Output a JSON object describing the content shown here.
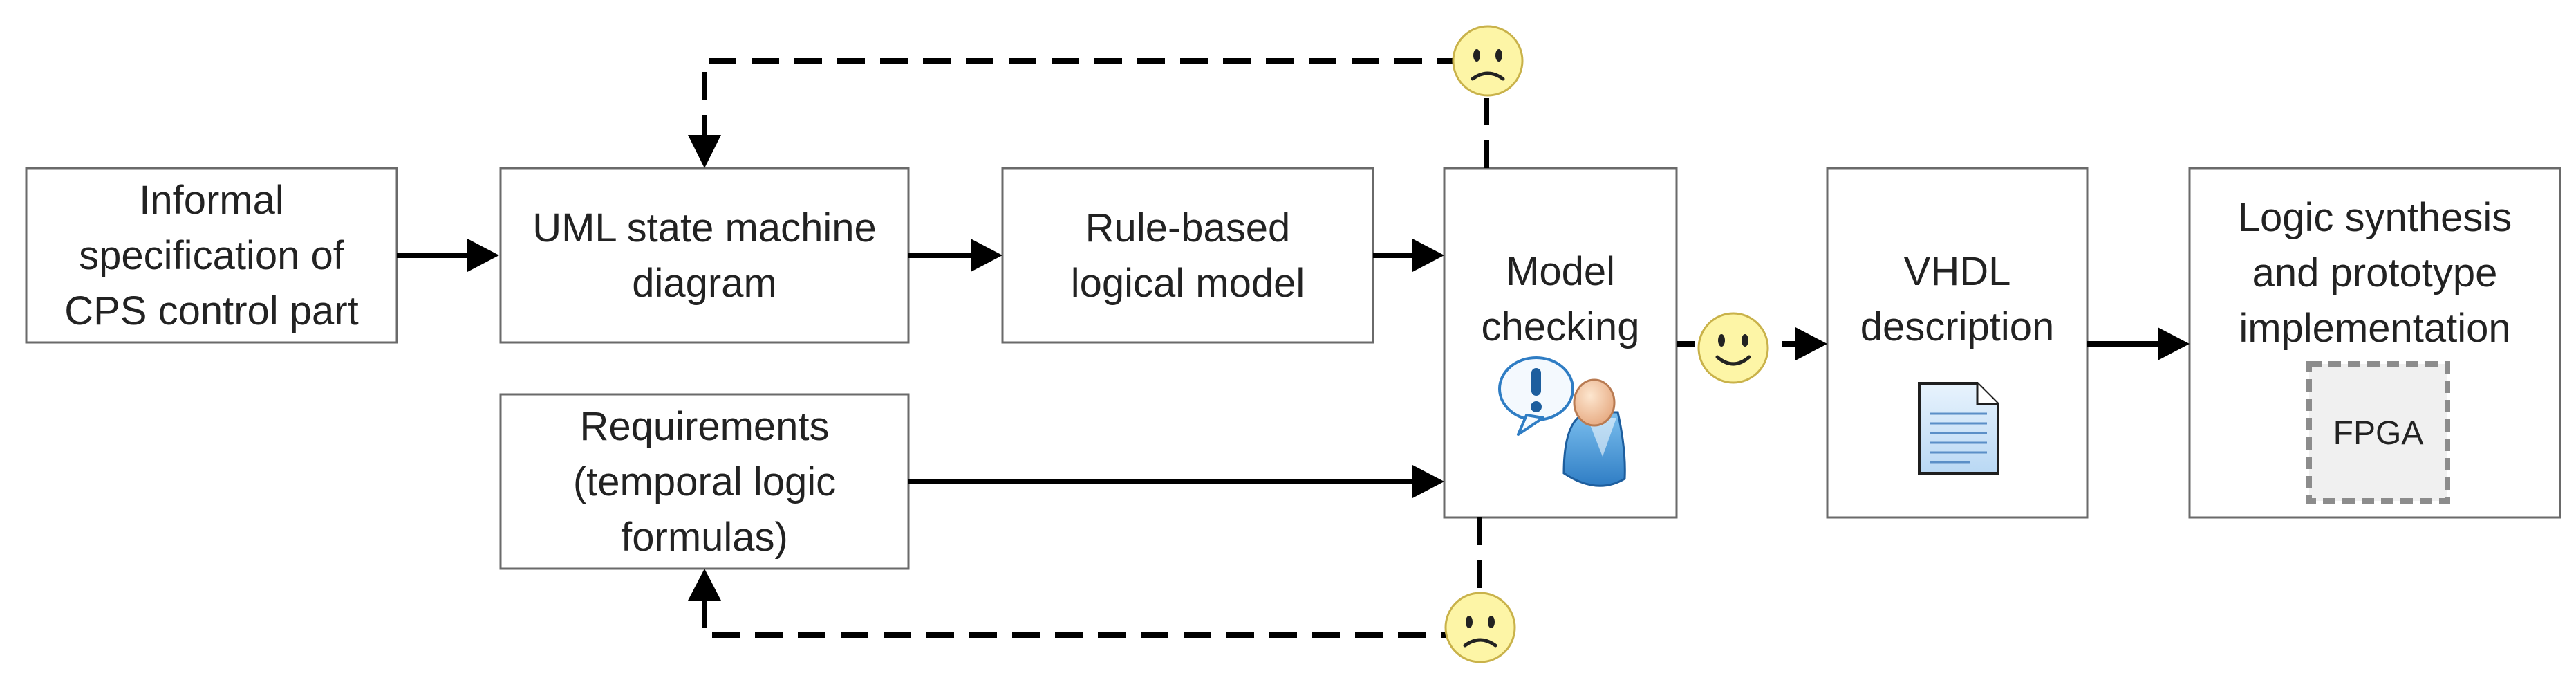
{
  "diagram": {
    "boxes": {
      "informal_spec": [
        "Informal",
        "specification of",
        "CPS control part"
      ],
      "uml": [
        "UML state machine",
        "diagram"
      ],
      "rule_based": [
        "Rule-based",
        "logical model"
      ],
      "requirements": [
        "Requirements",
        "(temporal logic",
        "formulas)"
      ],
      "model_checking": [
        "Model",
        "checking"
      ],
      "vhdl": [
        "VHDL",
        "description"
      ],
      "logic_synthesis": [
        "Logic synthesis",
        "and prototype",
        "implementation"
      ],
      "fpga": "FPGA"
    },
    "icons": {
      "model_checking": "person-with-exclamation-speech-bubble-icon",
      "vhdl": "document-icon",
      "fail_uml": "sad-face-icon",
      "fail_requirements": "sad-face-icon",
      "success": "smiley-face-icon"
    },
    "colors": {
      "face_fill": "#fdf5a6",
      "box_border": "#6a6a6a",
      "fpga_fill": "#f0f0f0",
      "fpga_border": "#8c8c8c"
    }
  }
}
